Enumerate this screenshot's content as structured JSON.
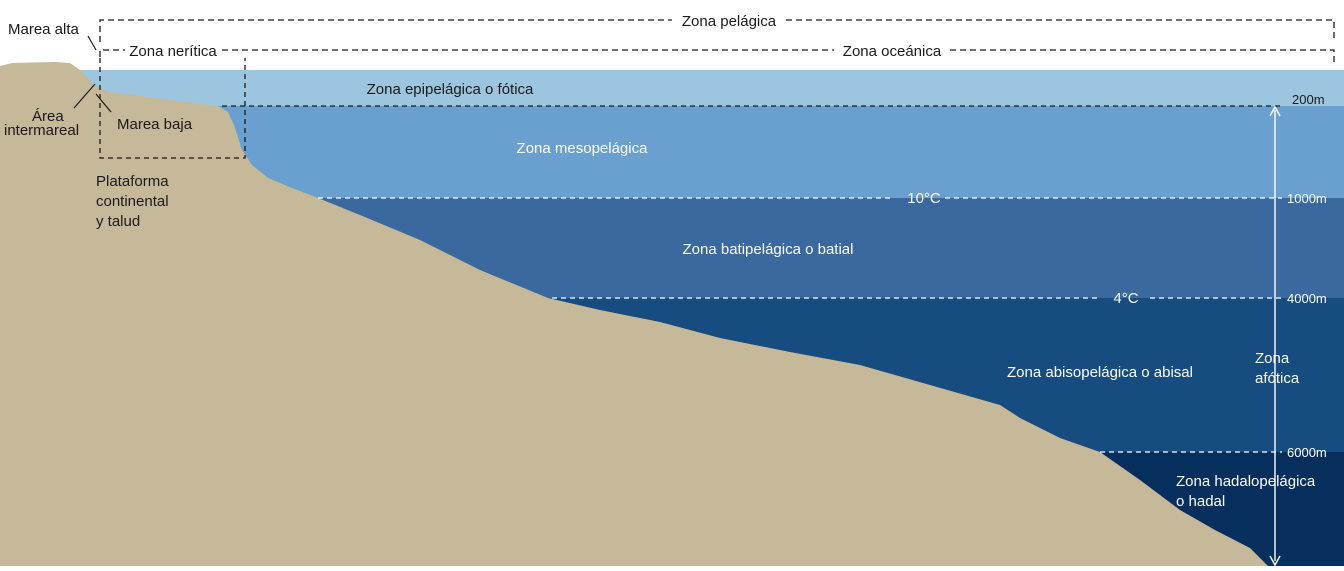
{
  "colors": {
    "land": "#c6b99a",
    "epipelagic": "#9cc5e0",
    "mesopelagic": "#6aa0d0",
    "bathypelagic": "#39699f",
    "abyssopelagic": "#174c80",
    "hadal": "#062f5e",
    "dashes_dark": "#1a1a1a",
    "dashes_light": "#ffffff"
  },
  "labels": {
    "zona_pelagica": "Zona pelágica",
    "zona_neritica": "Zona nerítica",
    "zona_oceanica": "Zona oceánica",
    "marea_alta": "Marea alta",
    "marea_baja": "Marea baja",
    "area_intermareal": [
      "Área",
      "intermareal"
    ],
    "plataforma": [
      "Plataforma",
      "continental",
      "y talud"
    ],
    "epipelagica": "Zona epipelágica o fótica",
    "mesopelagica": "Zona mesopelágica",
    "batipelagica": "Zona batipelágica o batial",
    "abisopelagica": "Zona abisopelágica o abisal",
    "hadalopelagica": [
      "Zona hadalopelágica",
      "o hadal"
    ],
    "afotica": [
      "Zona",
      "afótica"
    ],
    "temp_10": "10°C",
    "temp_4": "4°C"
  },
  "depths": [
    "200m",
    "1000m",
    "4000m",
    "6000m"
  ]
}
